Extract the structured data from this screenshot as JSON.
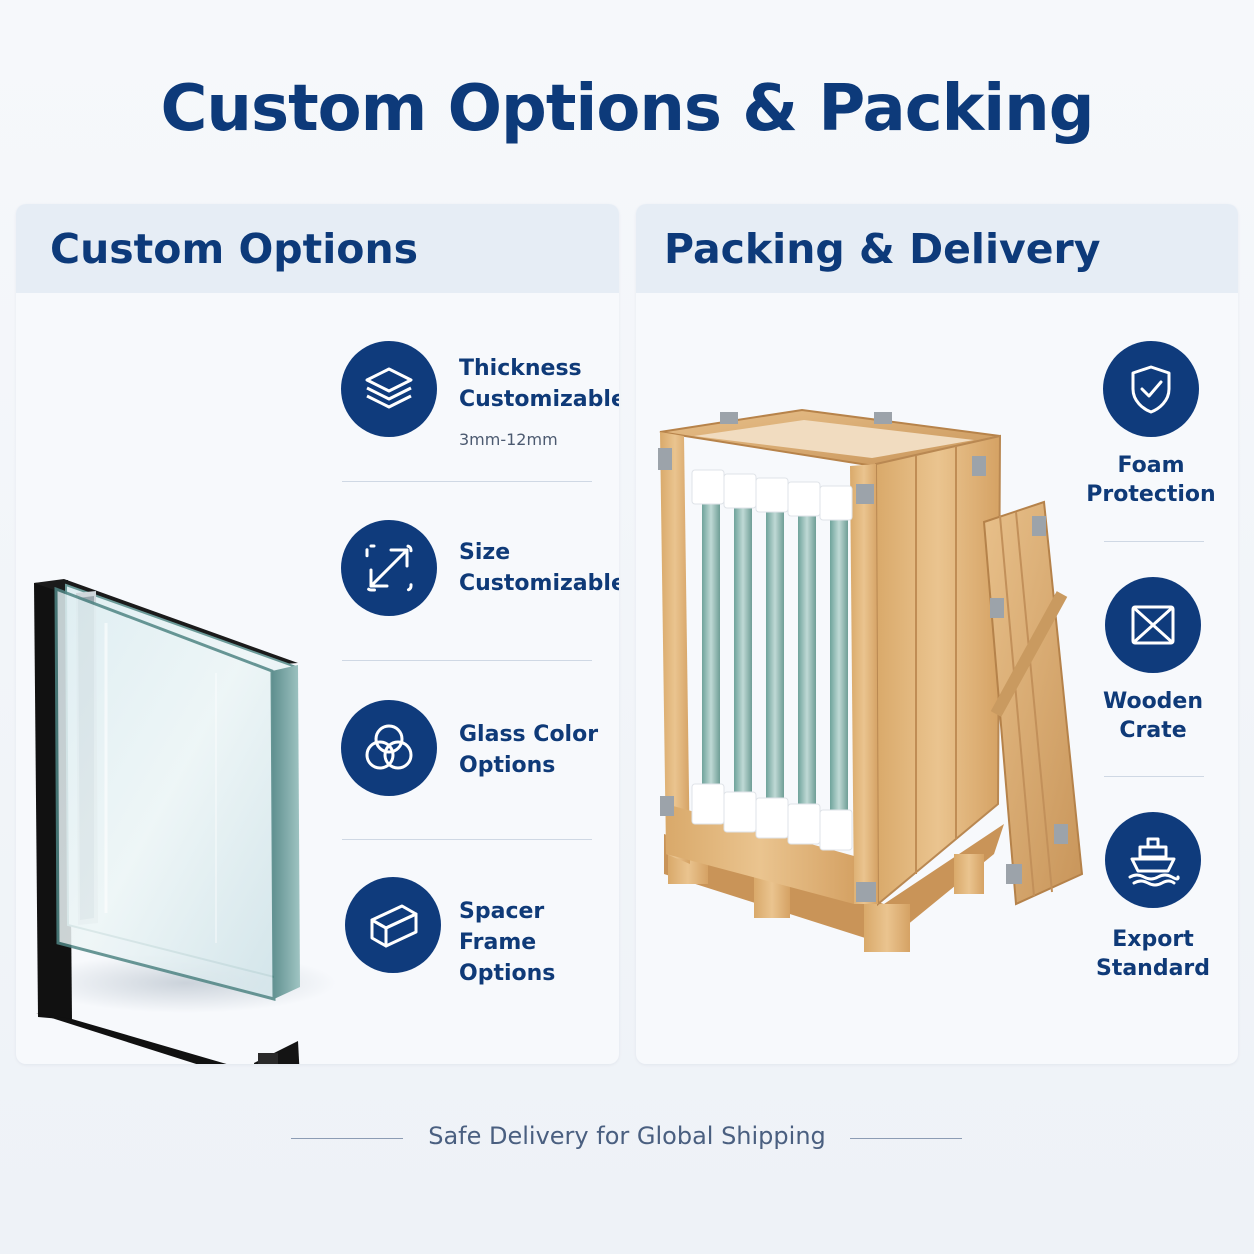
{
  "title": "Custom Options & Packing",
  "custom_options": {
    "heading": "Custom Options",
    "items": [
      {
        "label_line1": "Thickness",
        "label_line2": "Customizable",
        "sub": "3mm-12mm",
        "icon": "layers-icon"
      },
      {
        "label_line1": "Size",
        "label_line2": "Customizable",
        "icon": "expand-arrows-icon"
      },
      {
        "label_line1": "Glass Color",
        "label_line2": "Options",
        "icon": "color-circles-icon"
      },
      {
        "label_line1": "Spacer Frame",
        "label_line2": "Options",
        "icon": "box-bar-icon"
      }
    ]
  },
  "packing": {
    "heading": "Packing & Delivery",
    "items": [
      {
        "label_line1": "Foam",
        "label_line2": "Protection",
        "icon": "shield-check-icon"
      },
      {
        "label_line1": "Wooden",
        "label_line2": "Crate",
        "icon": "crate-icon"
      },
      {
        "label_line1": "Export",
        "label_line2": "Standard",
        "icon": "ship-icon"
      }
    ]
  },
  "footer": "Safe Delivery for Global Shipping",
  "colors": {
    "navy": "#0f3b7c",
    "header_bg": "#e6edf5",
    "wood": "#e2b77e"
  }
}
